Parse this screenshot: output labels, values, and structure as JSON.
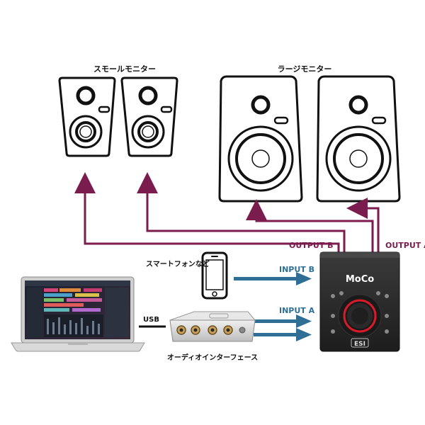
{
  "labels": {
    "small_monitors": "スモールモニター",
    "large_monitors": "ラージモニター",
    "output_b": "OUTPUT B",
    "output_a": "OUTPUT A",
    "input_b": "INPUT B",
    "input_a": "INPUT A",
    "smartphone": "スマートフォンなど",
    "usb": "USB",
    "audio_interface": "オーディオインターフェース"
  },
  "device": {
    "brand": "MoCo",
    "logo": "ESI"
  },
  "colors": {
    "output_line": "#7a1d4e",
    "input_arrow": "#2f6f96",
    "label_output": "#7a1d4e",
    "label_input": "#2f6f96",
    "knob_ring": "#d81b2a",
    "controller_body": "#2b2b2b"
  },
  "icons": {
    "small_speaker": "studio-monitor-speaker-icon",
    "large_speaker": "studio-monitor-speaker-icon",
    "phone": "smartphone-icon",
    "laptop": "laptop-icon",
    "interface": "audio-interface-box-icon",
    "controller": "monitor-controller-icon"
  }
}
